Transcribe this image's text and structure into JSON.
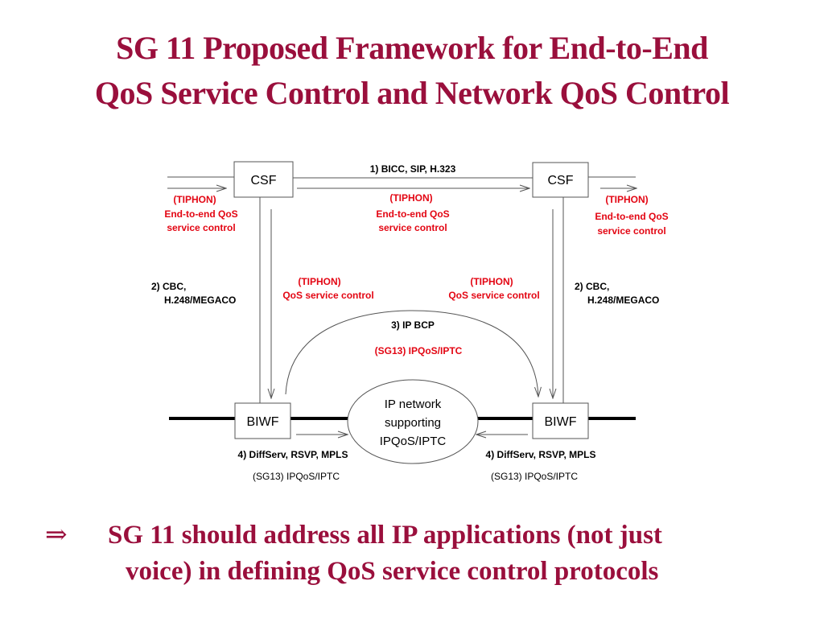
{
  "title": {
    "line1": "SG 11 Proposed Framework for End-to-End",
    "line2": "QoS Service Control and Network QoS Control"
  },
  "colors": {
    "title": "#9a0f3c",
    "annotation_red": "#e30613",
    "lines": "#555555"
  },
  "diagram": {
    "nodes": {
      "csf_left": "CSF",
      "csf_right": "CSF",
      "biwf_left": "BIWF",
      "biwf_right": "BIWF",
      "ip_network": [
        "IP network",
        "supporting",
        "IPQoS/IPTC"
      ]
    },
    "labels": {
      "bicc": "1) BICC, SIP, H.323",
      "cbc_left": [
        "2) CBC,",
        "H.248/MEGACO"
      ],
      "cbc_right": [
        "2) CBC,",
        "H.248/MEGACO"
      ],
      "ipbcp": "3) IP BCP",
      "diffserv_left": "4) DiffServ, RSVP, MPLS",
      "diffserv_right": "4) DiffServ, RSVP, MPLS",
      "sg13_left": "(SG13) IPQoS/IPTC",
      "sg13_right": "(SG13) IPQoS/IPTC"
    },
    "red_annotations": {
      "e2e_left": [
        "(TIPHON)",
        "End-to-end QoS",
        "service control"
      ],
      "e2e_middle": [
        "(TIPHON)",
        "End-to-end QoS",
        "service control"
      ],
      "e2e_right": [
        "(TIPHON)",
        "End-to-end QoS",
        "service control"
      ],
      "qos_left": [
        "(TIPHON)",
        "QoS service control"
      ],
      "qos_right": [
        "(TIPHON)",
        "QoS service control"
      ],
      "sg13_arc": "(SG13) IPQoS/IPTC"
    }
  },
  "conclusion": {
    "arrow_icon": "⇒",
    "line1": "SG 11 should address all IP applications (not just",
    "line2": "voice) in defining QoS service control protocols"
  }
}
